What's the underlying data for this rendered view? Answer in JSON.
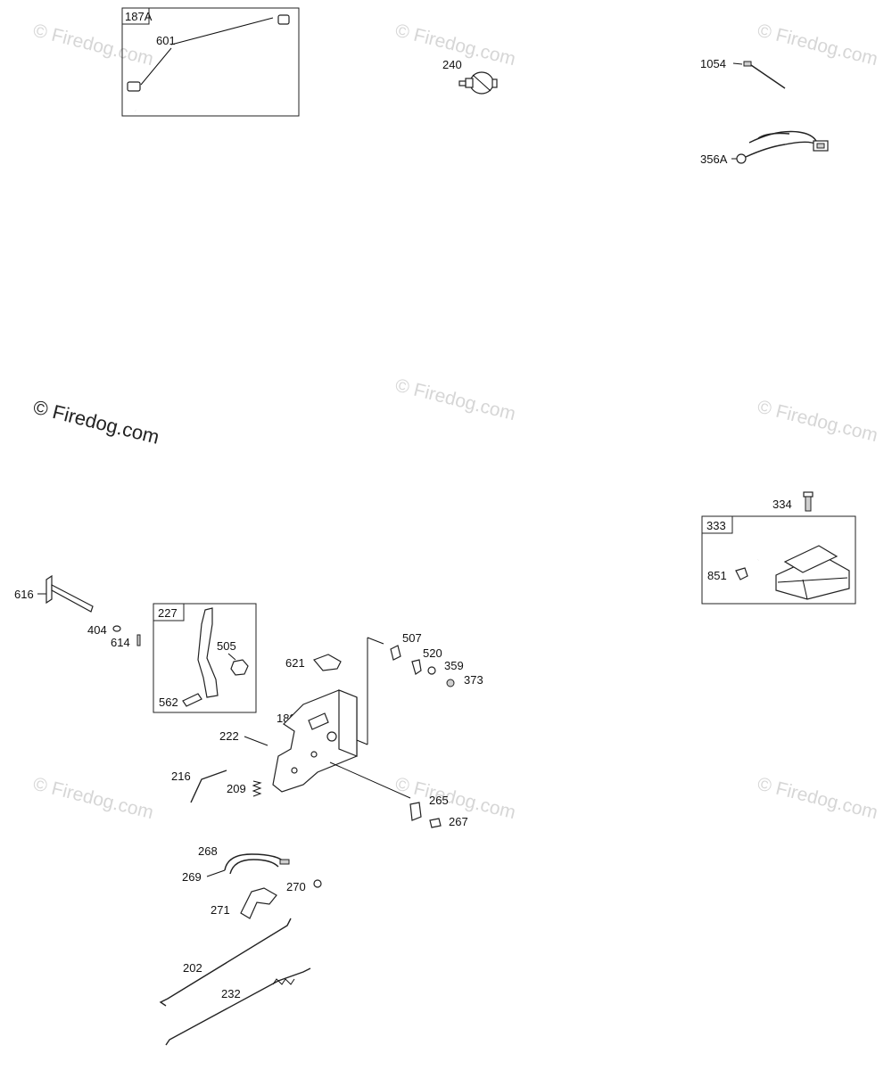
{
  "watermark": {
    "text": "© Firedog.com"
  },
  "parts": {
    "p187A": "187A",
    "p601": "601",
    "p240": "240",
    "p1054": "1054",
    "p356A": "356A",
    "p334": "334",
    "p333": "333",
    "p851": "851",
    "p616": "616",
    "p404": "404",
    "p614": "614",
    "p227": "227",
    "p505": "505",
    "p562": "562",
    "p621": "621",
    "p507": "507",
    "p520": "520",
    "p359": "359",
    "p373": "373",
    "p188": "188",
    "p222": "222",
    "p216": "216",
    "p209": "209",
    "p265": "265",
    "p267": "267",
    "p268": "268",
    "p269": "269",
    "p270": "270",
    "p271": "271",
    "p202": "202",
    "p232": "232"
  }
}
